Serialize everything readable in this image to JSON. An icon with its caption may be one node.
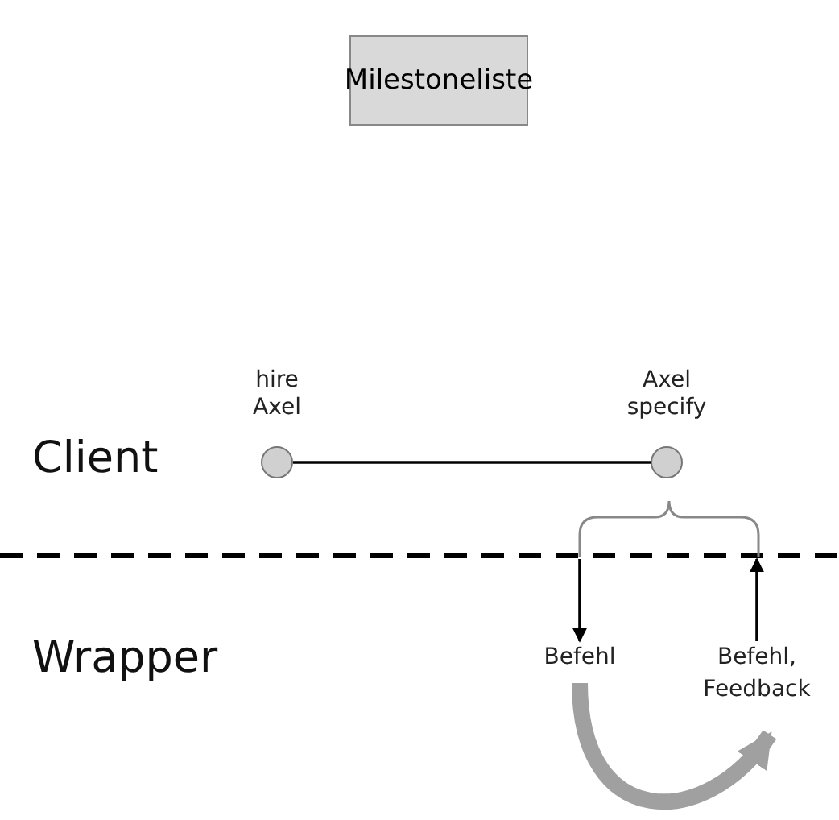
{
  "diagram": {
    "nodes": [
      {
        "text": [
          "Milestoneliste"
        ]
      },
      {
        "text": [],
        "shape": "circle",
        "beside": [
          "hire Axel"
        ]
      },
      {
        "text": [],
        "shape": "circle",
        "beside": [
          "Axel specify"
        ]
      },
      {
        "text": [],
        "shape": "bracket"
      },
      {
        "text": [
          "Befehl"
        ]
      },
      {
        "text": [
          "Befehl, Feedback"
        ]
      }
    ],
    "edges": [
      {
        "from": 1,
        "to": 2,
        "arrow": "none"
      },
      {
        "from": 3,
        "to": 4,
        "arrow": "to"
      },
      {
        "from": 5,
        "to": 3,
        "arrow": "to"
      },
      {
        "from": 4,
        "to": 5,
        "arrow": "to",
        "style": "thick",
        "color": "#a0a0a0"
      }
    ],
    "labels": [
      "Client",
      "Wrapper"
    ]
  }
}
